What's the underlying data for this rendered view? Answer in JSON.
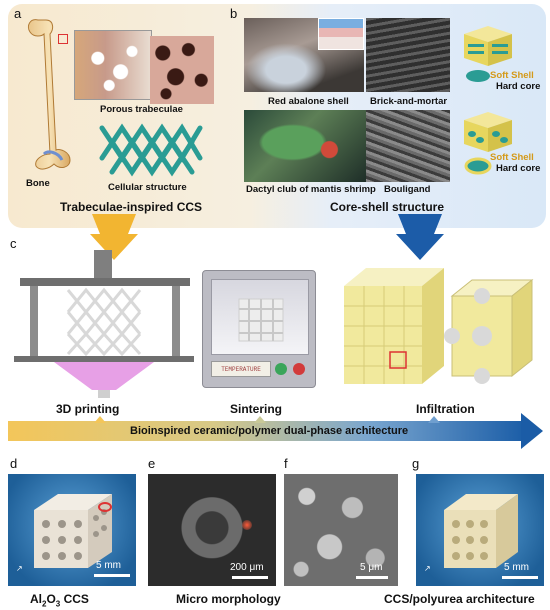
{
  "panels": {
    "a": {
      "letter": "a",
      "porous_label": "Porous trabeculae",
      "bone_label": "Bone",
      "cellular_label": "Cellular structure",
      "title": "Trabeculae-inspired CCS"
    },
    "b": {
      "letter": "b",
      "abalone_label": "Red abalone shell",
      "brick_label": "Brick-and-mortar",
      "dactyl_label": "Dactyl club of mantis shrimp",
      "bouligand_label": "Bouligand",
      "soft_shell_1": "Soft Shell",
      "hard_core_1": "Hard core",
      "soft_shell_2": "Soft Shell",
      "hard_core_2": "Hard core",
      "title": "Core-shell structure"
    },
    "c": {
      "letter": "c",
      "step1": "3D printing",
      "step2": "Sintering",
      "step3": "Infiltration",
      "timeline_label": "Bioinspired ceramic/polymer dual-phase architecture",
      "furnace_text": "TEMPERATURE"
    },
    "d": {
      "letter": "d",
      "scale": "5 mm",
      "caption_main": "Al",
      "caption_sub1": "2",
      "caption_mid": "O",
      "caption_sub2": "3",
      "caption_end": " CCS"
    },
    "e": {
      "letter": "e",
      "scale": "200 μm",
      "caption": "Micro morphology"
    },
    "f": {
      "letter": "f",
      "scale": "5 μm"
    },
    "g": {
      "letter": "g",
      "scale": "5 mm",
      "caption": "CCS/polyurea architecture"
    }
  },
  "colors": {
    "yellow_arrow": "#f2b531",
    "blue_arrow": "#1c5ca8",
    "soft_shell_text": "#d49a1a",
    "teal_lattice": "#2a9c94"
  }
}
